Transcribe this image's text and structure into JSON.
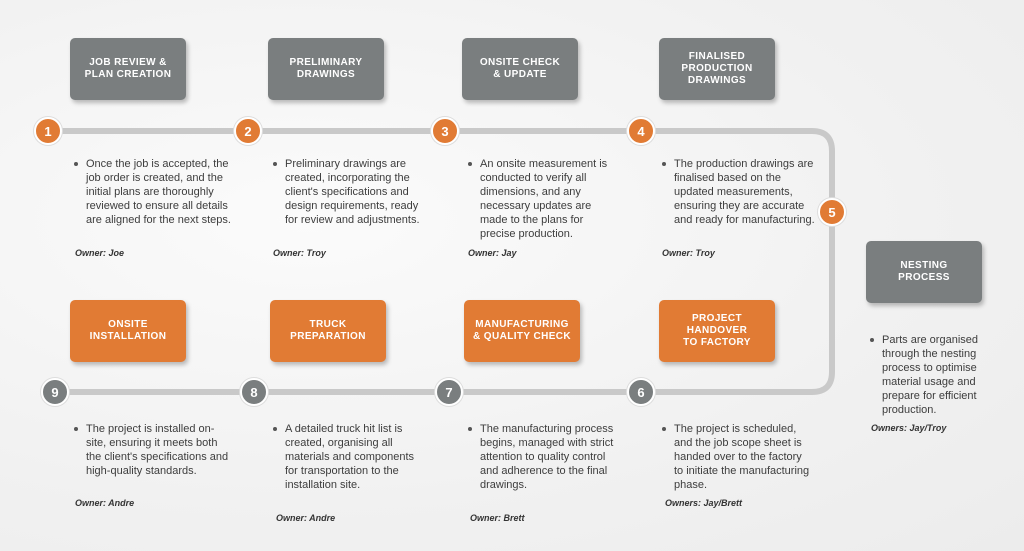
{
  "colors": {
    "orange": "#e17b34",
    "gray": "#7a7e7f",
    "track": "#cbcbcb"
  },
  "steps": [
    {
      "num": "1",
      "title": "JOB REVIEW &\nPLAN CREATION",
      "desc": "Once the job is accepted, the job order is created, and the initial plans are thoroughly reviewed to ensure all details are aligned for the next steps.",
      "owner": "Owner: Joe"
    },
    {
      "num": "2",
      "title": "PRELIMINARY\nDRAWINGS",
      "desc": "Preliminary drawings are created, incorporating the client's specifications and design requirements, ready for review and adjustments.",
      "owner": "Owner: Troy"
    },
    {
      "num": "3",
      "title": "ONSITE CHECK\n& UPDATE",
      "desc": "An onsite measurement is conducted to verify all dimensions, and any necessary updates are made to the plans for precise production.",
      "owner": "Owner: Jay"
    },
    {
      "num": "4",
      "title": "FINALISED\nPRODUCTION\nDRAWINGS",
      "desc": "The production drawings are finalised based on the updated measurements, ensuring they are accurate and ready for manufacturing.",
      "owner": "Owner: Troy"
    },
    {
      "num": "5",
      "title": "NESTING\nPROCESS",
      "desc": "Parts are organised through the nesting process to optimise material usage and prepare for efficient production.",
      "owner": "Owners: Jay/Troy"
    },
    {
      "num": "6",
      "title": "PROJECT\nHANDOVER\nTO FACTORY",
      "desc": "The project is scheduled, and the job scope sheet is handed over to the factory to initiate the manufacturing phase.",
      "owner": "Owners: Jay/Brett"
    },
    {
      "num": "7",
      "title": "MANUFACTURING\n& QUALITY CHECK",
      "desc": "The manufacturing process begins, managed with strict attention to quality control and adherence to the final drawings.",
      "owner": "Owner: Brett"
    },
    {
      "num": "8",
      "title": "TRUCK\nPREPARATION",
      "desc": "A detailed truck hit list is created, organising all materials and components for transportation to the installation site.",
      "owner": "Owner: Andre"
    },
    {
      "num": "9",
      "title": "ONSITE\nINSTALLATION",
      "desc": "The project is installed on-site, ensuring it meets both the client's specifications and high-quality standards.",
      "owner": "Owner: Andre"
    }
  ]
}
